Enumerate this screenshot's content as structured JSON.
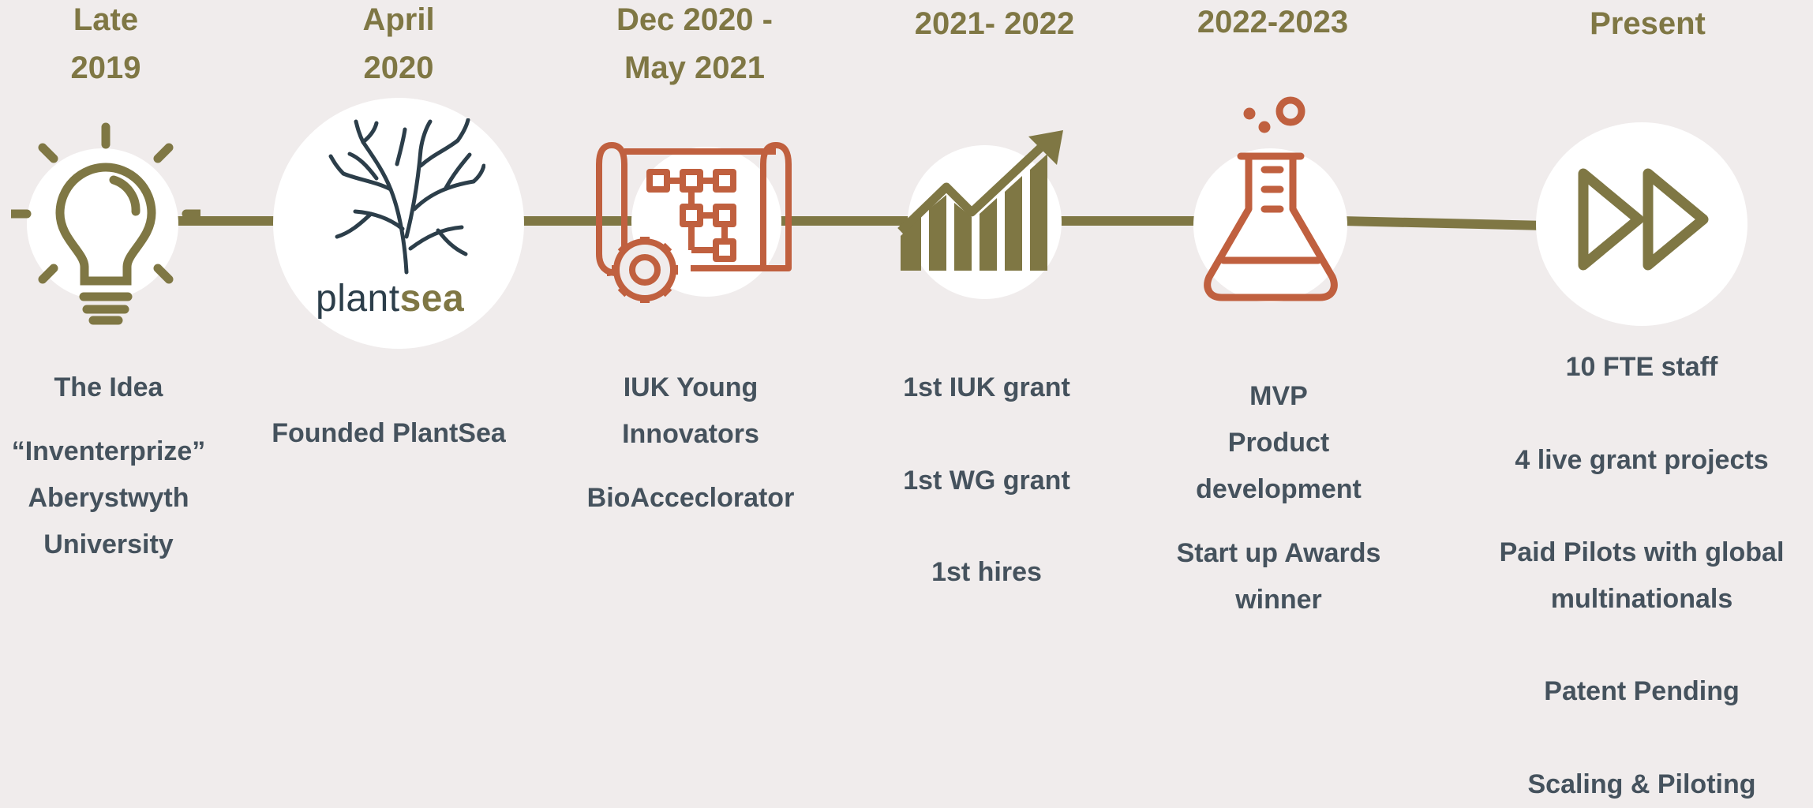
{
  "colors": {
    "background": "#f0ecec",
    "line": "#7f7744",
    "olive": "#7f7744",
    "terracotta": "#c0603f",
    "navy": "#2c3e4a",
    "text": "#45525d"
  },
  "milestones": [
    {
      "date": "Late\n2019",
      "icon": "lightbulb-icon",
      "items": [
        "The Idea",
        "“Inventerprize”\nAberystwyth\nUniversity"
      ]
    },
    {
      "date": "April\n2020",
      "icon": "plantsea-logo",
      "logo": {
        "part1": "plant",
        "part2": "sea"
      },
      "items": [
        "Founded PlantSea"
      ]
    },
    {
      "date": "Dec 2020 -\nMay 2021",
      "icon": "blueprint-gear-icon",
      "items": [
        "IUK Young\nInnovators",
        "BioAcceclorator"
      ]
    },
    {
      "date": "2021- 2022",
      "icon": "growth-chart-icon",
      "items": [
        "1st IUK grant",
        "1st WG grant",
        "1st hires"
      ]
    },
    {
      "date": "2022-2023",
      "icon": "flask-icon",
      "items": [
        "MVP\nProduct\ndevelopment",
        "Start up Awards\nwinner"
      ]
    },
    {
      "date": "Present",
      "icon": "fast-forward-icon",
      "items": [
        "10 FTE staff",
        "4 live grant projects",
        "Paid Pilots with global\nmultinationals",
        "Patent Pending",
        "Scaling & Piloting"
      ]
    }
  ]
}
